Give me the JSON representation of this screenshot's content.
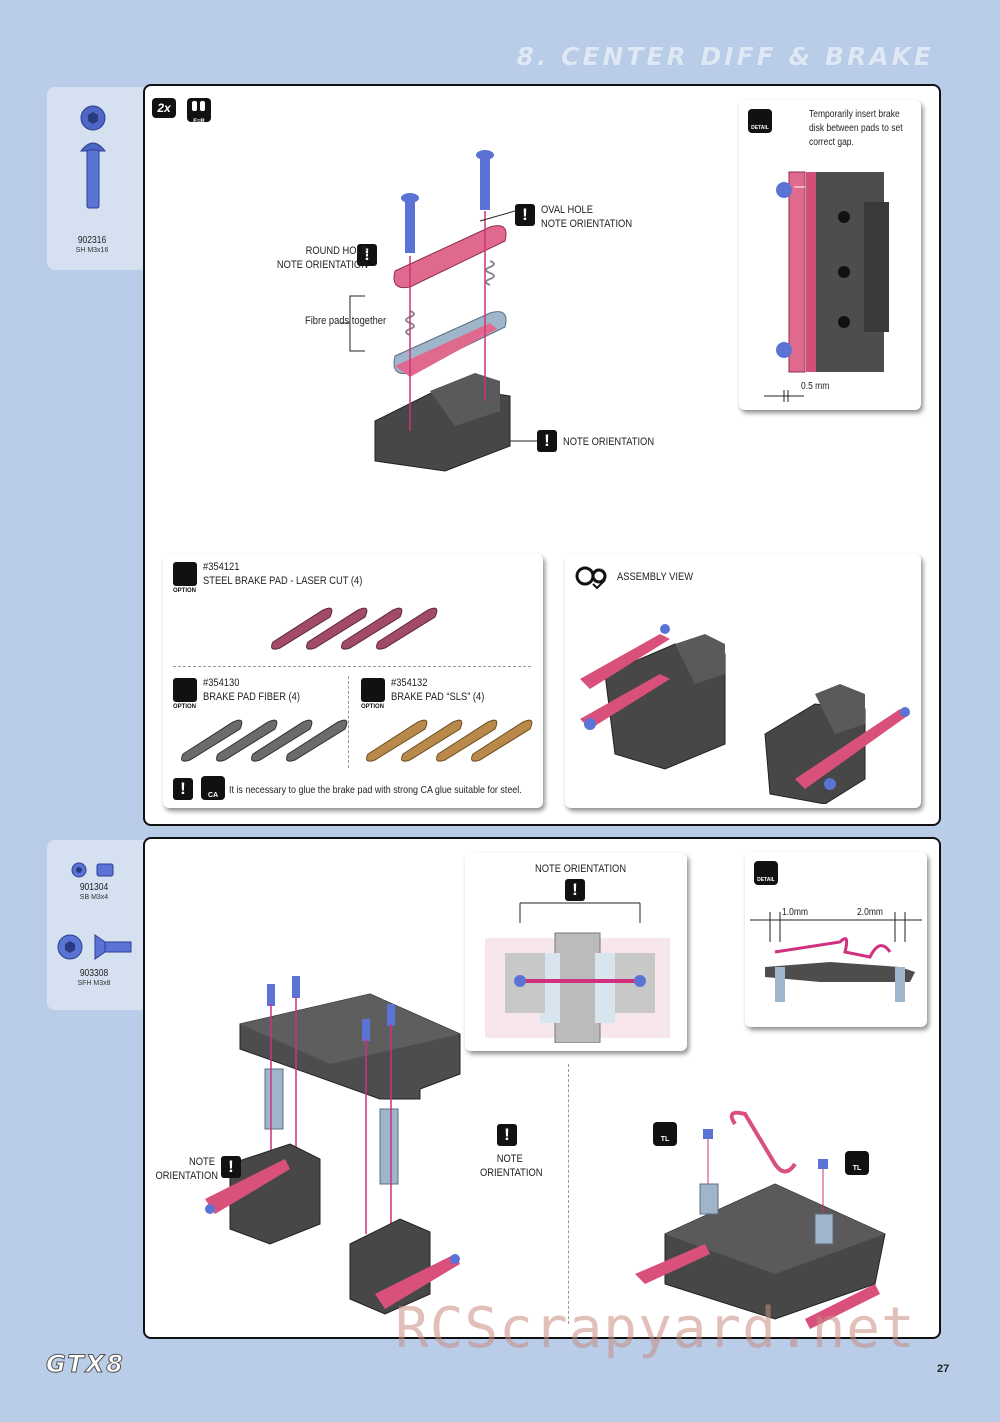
{
  "page": {
    "section_title": "8. CENTER DIFF & BRAKE",
    "brand": "GTX8",
    "page_number": "27",
    "watermark": "RCScrapyard.net"
  },
  "top_panel": {
    "parts": [
      {
        "number": "902316",
        "desc": "SH M3x16"
      }
    ],
    "qty_badge": "2x",
    "fr_badge": "F=R",
    "labels": {
      "round_hole": [
        "ROUND HOLE",
        "NOTE ORIENTATION"
      ],
      "oval_hole": [
        "OVAL HOLE",
        "NOTE ORIENTATION"
      ],
      "fibre_pads": "Fibre pads together",
      "note_orientation": "NOTE ORIENTATION"
    },
    "detail": {
      "icon_label": "DETAIL",
      "text": [
        "Temporarily insert brake",
        "disk between pads to set",
        "correct gap."
      ],
      "gap": "0.5 mm"
    },
    "options": {
      "steel": {
        "code": "#354121",
        "name": "STEEL BRAKE PAD - LASER CUT (4)"
      },
      "fiber": {
        "code": "#354130",
        "name": "BRAKE PAD FIBER (4)"
      },
      "sls": {
        "code": "#354132",
        "name": "BRAKE PAD “SLS” (4)"
      },
      "option_label": "OPTION",
      "glue_note": "It is necessary to glue the brake pad with strong CA glue suitable for steel.",
      "ca_label": "CA"
    },
    "assembly_view": "ASSEMBLY VIEW"
  },
  "bottom_panel": {
    "parts": [
      {
        "number": "901304",
        "desc": "SB M3x4"
      },
      {
        "number": "903308",
        "desc": "SFH M3x8"
      }
    ],
    "note_orientation_top": "NOTE ORIENTATION",
    "note_left": [
      "NOTE",
      "ORIENTATION"
    ],
    "note_right": [
      "NOTE",
      "ORIENTATION"
    ],
    "detail": {
      "icon_label": "DETAIL",
      "gap_left": "1.0mm",
      "gap_right": "2.0mm"
    },
    "tl_label": "TL"
  },
  "colors": {
    "background": "#b9cde8",
    "pink": "#d9507a",
    "part_gray": "#4a4a4a",
    "blue_screw": "#5a6fd0",
    "steel_pad": "#a24a6a",
    "fiber_pad": "#6b6b6b",
    "sls_pad": "#b8894a"
  }
}
